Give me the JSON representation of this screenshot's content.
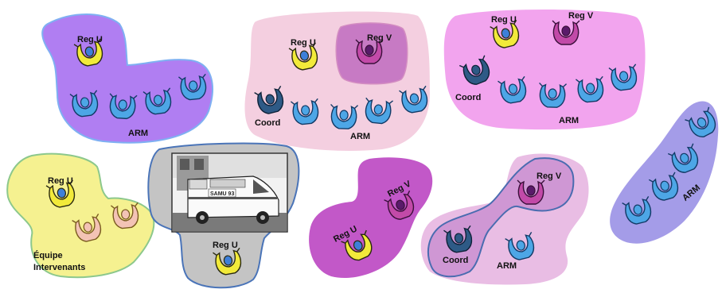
{
  "colors": {
    "arm": "#4da6e6",
    "arm_dark": "#123a66",
    "reg_u": "#f2ea3a",
    "reg_u_inner": "#3d7fd9",
    "reg_v": "#c24aa8",
    "reg_v_inner": "#5a1a6a",
    "coord": "#2e5a86",
    "coord_dark": "#0e2238",
    "intervenant": "#f3c3b5",
    "intervenant_dark": "#7a5a20"
  },
  "labels": {
    "reg_u": "Reg U",
    "reg_v": "Reg V",
    "arm": "ARM",
    "coord": "Coord",
    "equipe_line1": "Équipe",
    "equipe_line2": "Intervenants"
  },
  "photo": {
    "vehicle_text": "SAMU 93"
  },
  "icons": {
    "person": "seated-person-icon",
    "ambulance": "ambulance-photo"
  }
}
